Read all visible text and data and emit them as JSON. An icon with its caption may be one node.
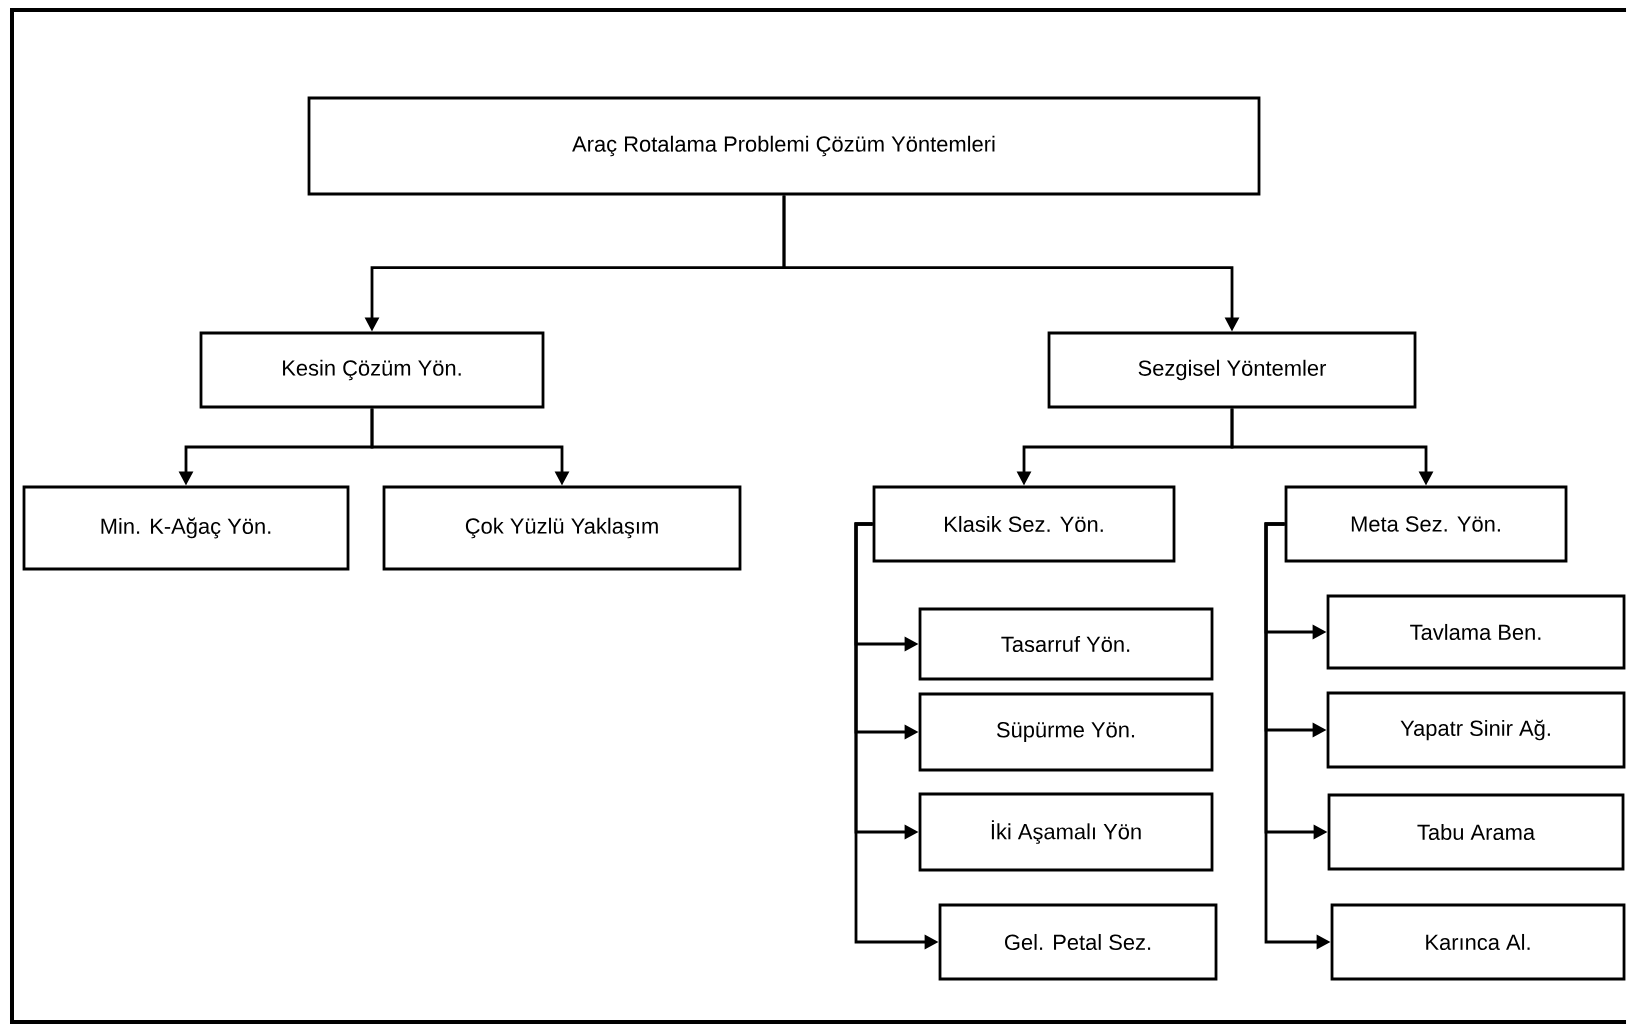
{
  "diagram": {
    "nodes": [
      {
        "text": [
          "Araç Rotalama Problemi Çözüm Yöntemleri"
        ]
      },
      {
        "text": [
          "Kesin Çözüm Yön."
        ]
      },
      {
        "text": [
          "Sezgisel Yöntemler"
        ]
      },
      {
        "text": [
          "Min. K-Ağaç Yön."
        ]
      },
      {
        "text": [
          "Çok Yüzlü Yaklaşım"
        ]
      },
      {
        "text": [
          "Klasik Sez. Yön."
        ]
      },
      {
        "text": [
          "Meta Sez. Yön."
        ]
      },
      {
        "text": [
          "Tasarruf Yön."
        ]
      },
      {
        "text": [
          "Süpürme Yön."
        ]
      },
      {
        "text": [
          "İki Aşamalı Yön"
        ]
      },
      {
        "text": [
          "Gel. Petal Sez."
        ]
      },
      {
        "text": [
          "Tavlama Ben."
        ]
      },
      {
        "text": [
          "Yapatr Sinir Ağ."
        ]
      },
      {
        "text": [
          "Tabu Arama"
        ]
      },
      {
        "text": [
          "Karınca  Al."
        ]
      }
    ],
    "edges": [
      {
        "from": 0,
        "to": 1,
        "arrow": "to"
      },
      {
        "from": 0,
        "to": 2,
        "arrow": "to"
      },
      {
        "from": 1,
        "to": 3,
        "arrow": "to"
      },
      {
        "from": 1,
        "to": 4,
        "arrow": "to"
      },
      {
        "from": 2,
        "to": 5,
        "arrow": "to"
      },
      {
        "from": 2,
        "to": 6,
        "arrow": "to"
      },
      {
        "from": 5,
        "to": 7,
        "arrow": "to"
      },
      {
        "from": 5,
        "to": 8,
        "arrow": "to"
      },
      {
        "from": 5,
        "to": 9,
        "arrow": "to"
      },
      {
        "from": 5,
        "to": 10,
        "arrow": "to"
      },
      {
        "from": 6,
        "to": 11,
        "arrow": "to"
      },
      {
        "from": 6,
        "to": 12,
        "arrow": "to"
      },
      {
        "from": 6,
        "to": 13,
        "arrow": "to"
      },
      {
        "from": 6,
        "to": 14,
        "arrow": "to"
      }
    ]
  }
}
